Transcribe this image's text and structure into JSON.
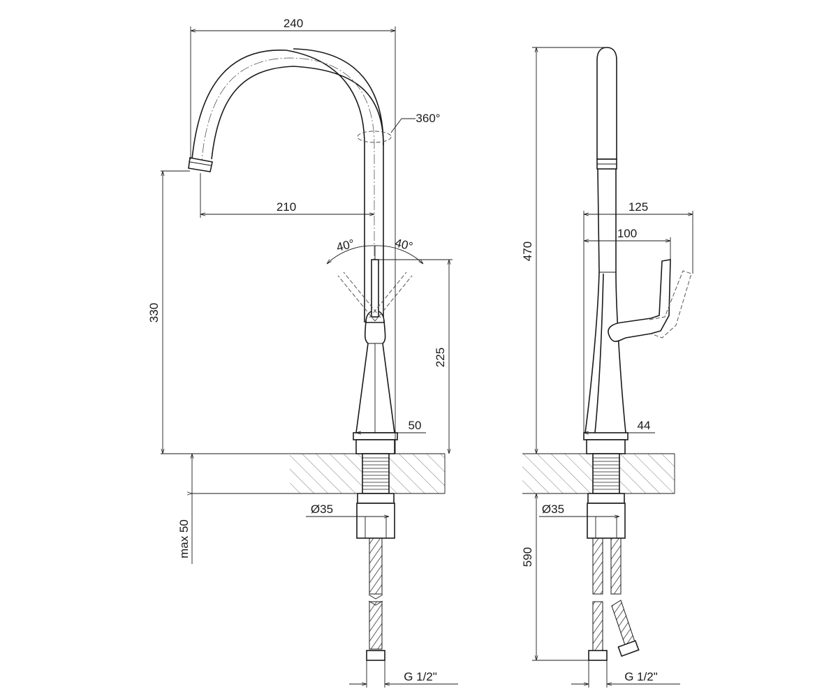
{
  "front_view": {
    "width_overall": "240",
    "spout_reach": "210",
    "height_spout_outlet": "330",
    "height_lever_axis": "225",
    "base_width": "50",
    "rotation": "360°",
    "lever_angle_left": "40°",
    "lever_angle_right": "40°",
    "shank_diameter": "Ø35",
    "max_deck_thickness": "max 50",
    "connection": "G 1/2\""
  },
  "side_view": {
    "height_overall": "470",
    "lever_reach_max": "125",
    "lever_reach": "100",
    "base_width": "44",
    "shank_diameter": "Ø35",
    "hose_length": "590",
    "connection": "G 1/2\""
  }
}
